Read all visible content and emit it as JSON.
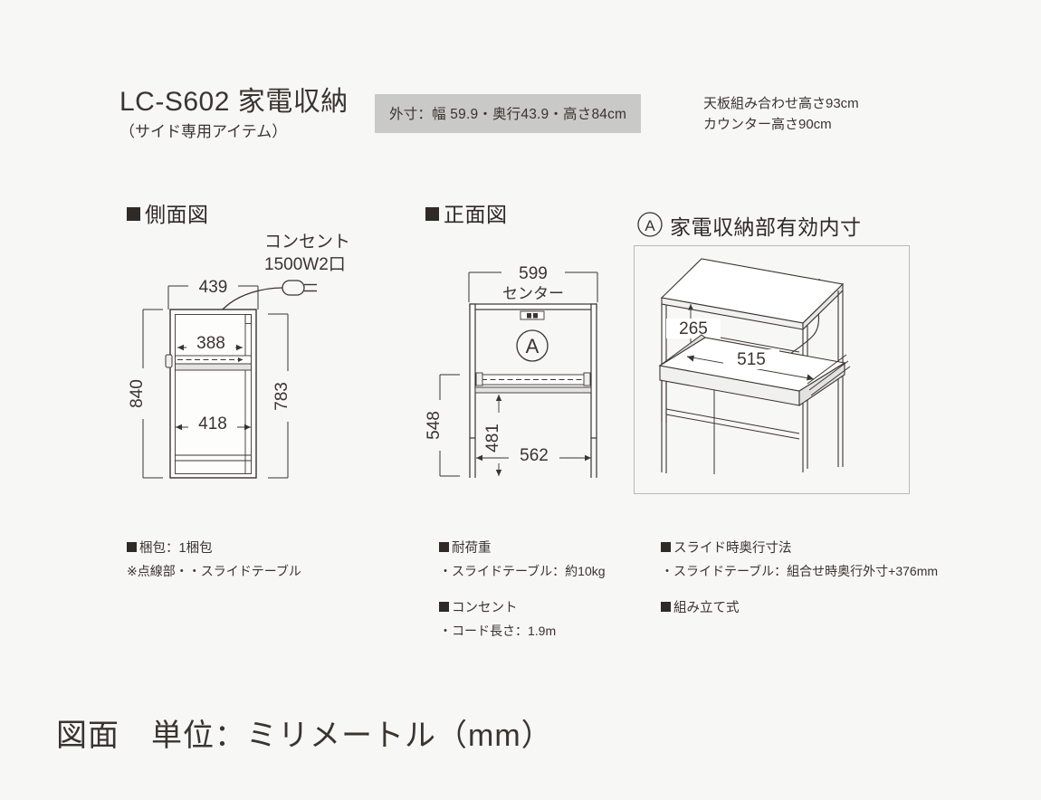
{
  "header": {
    "product_code": "LC-S602 家電収納",
    "product_subtitle": "（サイド専用アイテム）",
    "dimension_badge": "外寸：幅 59.9・奥行43.9・高さ84cm",
    "note_line_1": "天板組み合わせ高さ93cm",
    "note_line_2": "カウンター高さ90cm"
  },
  "sections": {
    "side_view_title": "側面図",
    "front_view_title": "正面図",
    "detail_title": "家電収納部有効内寸",
    "detail_marker": "A"
  },
  "side_view": {
    "outlet_label_1": "コンセント",
    "outlet_label_2": "1500W2口",
    "dim_depth_outer": "439",
    "dim_inner_width": "388",
    "dim_height_outer": "840",
    "dim_height_inner": "783",
    "dim_base_width": "418"
  },
  "front_view": {
    "dim_width": "599",
    "center_label": "センター",
    "marker": "A",
    "dim_height_left": "548",
    "dim_height_inner": "481",
    "dim_width_inner": "562"
  },
  "detail_view": {
    "dim_height": "265",
    "dim_width": "515"
  },
  "notes": {
    "col1": [
      {
        "heading": "梱包：1梱包",
        "lines": [
          "※点線部・・スライドテーブル"
        ]
      }
    ],
    "col2": [
      {
        "heading": "耐荷重",
        "lines": [
          "・スライドテーブル：約10kg"
        ]
      },
      {
        "heading": "コンセント",
        "lines": [
          "・コード長さ：1.9m"
        ]
      }
    ],
    "col3": [
      {
        "heading": "スライド時奥行寸法",
        "lines": [
          "・スライドテーブル：組合せ時奥行外寸+376mm"
        ]
      },
      {
        "heading": "組み立て式",
        "lines": []
      }
    ]
  },
  "caption": "図面　単位：ミリメートル（mm）",
  "colors": {
    "background": "#f7f7f6",
    "text": "#3a342f",
    "badge_bg": "#c9c9c7",
    "line": "#3a342f",
    "panel_border": "#b9b9b6"
  }
}
